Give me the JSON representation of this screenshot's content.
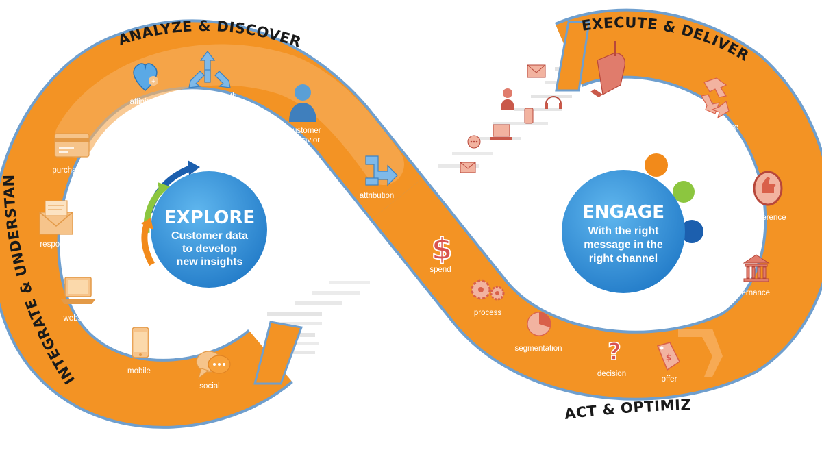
{
  "sections": {
    "analyze": "ANALYZE & DISCOVER",
    "execute": "EXECUTE & DELIVER",
    "integrate": "INTEGRATE & UNDERSTAND",
    "act": "ACT & OPTIMIZE"
  },
  "explore": {
    "title": "EXPLORE",
    "line1": "Customer data",
    "line2": "to develop",
    "line3": "new insights"
  },
  "engage": {
    "title": "ENGAGE",
    "line1": "With the right",
    "line2": "message in the",
    "line3": "right channel"
  },
  "nodes": {
    "affinity": "affinity",
    "conversion_path": "conversion path",
    "customer_behavior_1": "customer",
    "customer_behavior_2": "behavior",
    "attribution": "attribution",
    "purchase": "purchase",
    "response": "response",
    "website": "website",
    "mobile": "mobile",
    "social": "social",
    "spend": "spend",
    "process": "process",
    "segmentation": "segmentation",
    "decision": "decision",
    "offer": "offer",
    "delivery": "delivery",
    "compliance": "compliance",
    "preference": "preference",
    "governance": "governance"
  },
  "icons": {
    "affinity": "heart-plus-icon",
    "conversion_path": "branching-arrows-icon",
    "customer_behavior": "person-icon",
    "attribution": "arrow-merge-icon",
    "purchase": "credit-card-icon",
    "response": "envelope-icon",
    "website": "laptop-icon",
    "mobile": "smartphone-icon",
    "social": "chat-bubbles-icon",
    "spend": "dollar-icon",
    "process": "gears-icon",
    "segmentation": "pie-icon",
    "decision": "question-icon",
    "offer": "price-tag-icon",
    "delivery": "mailbox-icon",
    "compliance": "recycle-arrows-icon",
    "preference": "thumbs-up-icon",
    "governance": "building-columns-icon"
  },
  "colors": {
    "band": "#f39324",
    "band_light": "#f7b366",
    "band_outline": "#6f9fce",
    "hub_blue": "#2f8fd6",
    "dot_orange": "#f28a1a",
    "dot_green": "#8cc63f",
    "dot_blue": "#1c5fae"
  }
}
